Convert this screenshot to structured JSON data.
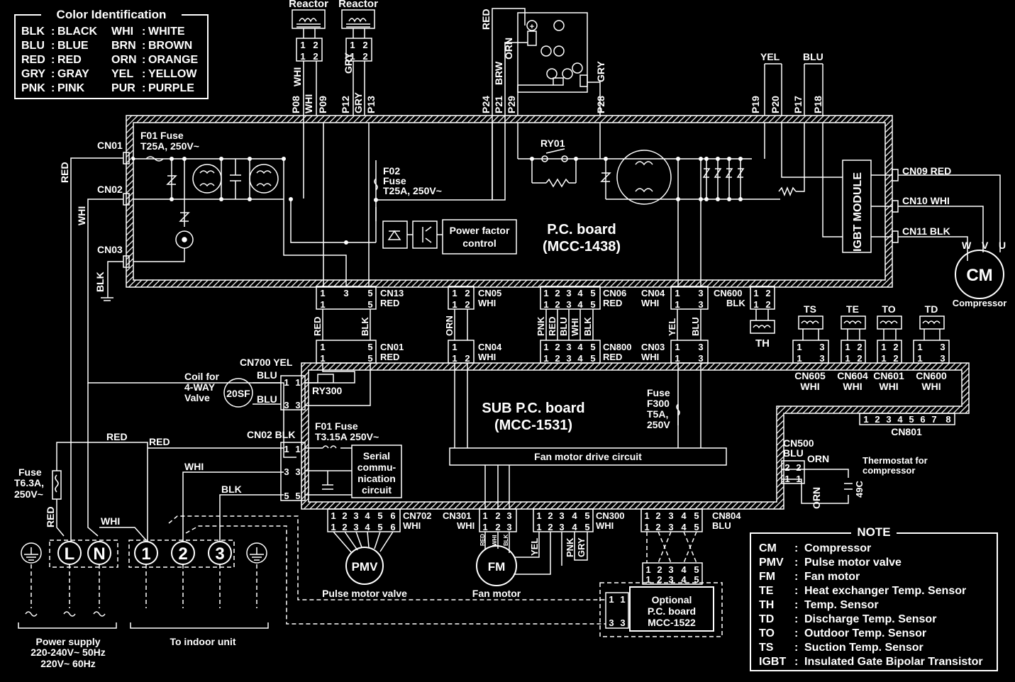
{
  "color_identification": {
    "title": "Color Identification",
    "left": [
      {
        "code": "BLK",
        "sep": ":",
        "name": "BLACK"
      },
      {
        "code": "BLU",
        "sep": ":",
        "name": "BLUE"
      },
      {
        "code": "RED",
        "sep": ":",
        "name": "RED"
      },
      {
        "code": "GRY",
        "sep": ":",
        "name": "GRAY"
      },
      {
        "code": "PNK",
        "sep": ":",
        "name": "PINK"
      }
    ],
    "right": [
      {
        "code": "WHI",
        "sep": ":",
        "name": "WHITE"
      },
      {
        "code": "BRN",
        "sep": ":",
        "name": "BROWN"
      },
      {
        "code": "ORN",
        "sep": ":",
        "name": "ORANGE"
      },
      {
        "code": "YEL",
        "sep": ":",
        "name": "YELLOW"
      },
      {
        "code": "PUR",
        "sep": ":",
        "name": "PURPLE"
      }
    ]
  },
  "reactors": [
    "Reactor",
    "Reactor"
  ],
  "main_board": {
    "name": "P.C. board",
    "model": "(MCC-1438)"
  },
  "sub_board": {
    "name": "SUB P.C. board",
    "model": "(MCC-1531)"
  },
  "optional_board": {
    "l1": "Optional",
    "l2": "P.C. board",
    "l3": "MCC-1522"
  },
  "pins_top": [
    "P08",
    "WHI",
    "P09",
    "P12",
    "GRY",
    "GRY",
    "P13",
    "P24",
    "P21",
    "BRW",
    "P29",
    "P28",
    "GRY",
    "P19",
    "P20",
    "P17",
    "P18"
  ],
  "wire_top": {
    "red": "RED",
    "orn": "ORN",
    "yel": "YEL",
    "blu": "BLU",
    "whi1": "WHI",
    "whi2": "WHI"
  },
  "fuses": {
    "f01": [
      "F01 Fuse",
      "T25A, 250V~"
    ],
    "f02": [
      "F02",
      "Fuse",
      "T25A, 250V~"
    ],
    "sub_f01": [
      "F01 Fuse",
      "T3.15A 250V~"
    ],
    "f300": [
      "Fuse",
      "F300",
      "T5A,",
      "250V"
    ],
    "ps": [
      "Fuse",
      "T6.3A,",
      "250V~"
    ]
  },
  "relays": {
    "ry01": "RY01",
    "ry300": "RY300"
  },
  "pfc": [
    "Power factor",
    "control"
  ],
  "igbt": "IGBT MODULE",
  "serial": [
    "Serial",
    "commu-",
    "nication",
    "circuit"
  ],
  "fan_drive": "Fan motor drive circuit",
  "left_connectors": {
    "cn01": "CN01",
    "cn02": "CN02",
    "cn03": "CN03",
    "red": "RED",
    "whi": "WHI",
    "blk": "BLK"
  },
  "right_connectors": [
    {
      "label": "CN09 RED"
    },
    {
      "label": "CN10 WHI"
    },
    {
      "label": "CN11 BLK"
    }
  ],
  "compressor": {
    "symbol": "CM",
    "label": "Compressor",
    "w": "W",
    "v": "V",
    "u": "U"
  },
  "connectors_upper": {
    "cn13": [
      "CN13",
      "RED"
    ],
    "cn05": [
      "CN05",
      "WHI"
    ],
    "cn06": [
      "CN06",
      "RED"
    ],
    "cn04": [
      "CN04",
      "WHI"
    ],
    "cn600": [
      "CN600",
      "BLK"
    ]
  },
  "connectors_lower": {
    "cn01": [
      "CN01",
      "RED"
    ],
    "cn04": [
      "CN04",
      "WHI"
    ],
    "cn800": [
      "CN800",
      "RED"
    ],
    "cn03": [
      "CN03",
      "WHI"
    ]
  },
  "mid_wires": [
    "RED",
    "BLK",
    "ORN",
    "PNK",
    "RED",
    "BLU",
    "WHI",
    "BLK",
    "YEL",
    "BLU"
  ],
  "sensors": [
    {
      "name": "TS",
      "cn": "CN605",
      "color": "WHI"
    },
    {
      "name": "TE",
      "cn": "CN604",
      "color": "WHI"
    },
    {
      "name": "TO",
      "cn": "CN601",
      "color": "WHI"
    },
    {
      "name": "TD",
      "cn": "CN600",
      "color": "WHI"
    }
  ],
  "th": "TH",
  "cn801": "CN801",
  "cn801_pins": [
    "1",
    "2",
    "3",
    "4",
    "5",
    "6",
    "7",
    "8"
  ],
  "four_way": {
    "cn": "CN700 YEL",
    "blu1": "BLU",
    "blu2": "BLU",
    "coil": [
      "Coil for",
      "4-WAY",
      "Valve"
    ],
    "symbol": "20SF"
  },
  "cn02_sub": "CN02 BLK",
  "cn500": [
    "CN500",
    "BLU"
  ],
  "thermostat": {
    "orn1": "ORN",
    "orn2": "ORN",
    "label": [
      "Thermostat for",
      "compressor"
    ],
    "symbol": "49C"
  },
  "bottom_connectors": {
    "cn702": [
      "CN702",
      "WHI"
    ],
    "cn301": [
      "CN301",
      "WHI"
    ],
    "cn300": [
      "CN300",
      "WHI"
    ],
    "cn804": [
      "CN804",
      "BLU"
    ]
  },
  "pmv": {
    "symbol": "PMV",
    "label": "Pulse motor valve"
  },
  "fm": {
    "symbol": "FM",
    "label": "Fan motor",
    "wires": [
      "RED",
      "WHI",
      "BLK"
    ],
    "w2": [
      "YEL",
      "PNK",
      "GRY"
    ]
  },
  "terminals": {
    "l": "L",
    "n": "N",
    "t1": "1",
    "t2": "2",
    "t3": "3"
  },
  "terminal_wires": {
    "red1": "RED",
    "red2": "RED",
    "whi1": "WHI",
    "whi2": "WHI",
    "blk": "BLK",
    "red3": "RED"
  },
  "power_supply": [
    "Power supply",
    "220-240V~ 50Hz",
    "220V~ 60Hz"
  ],
  "indoor": "To indoor unit",
  "note": {
    "title": "NOTE",
    "items": [
      {
        "abbr": "CM",
        "sep": ":",
        "desc": "Compressor"
      },
      {
        "abbr": "PMV",
        "sep": ":",
        "desc": "Pulse motor valve"
      },
      {
        "abbr": "FM",
        "sep": ":",
        "desc": "Fan motor"
      },
      {
        "abbr": "TE",
        "sep": ":",
        "desc": "Heat exchanger Temp. Sensor"
      },
      {
        "abbr": "TH",
        "sep": ":",
        "desc": "Temp. Sensor"
      },
      {
        "abbr": "TD",
        "sep": ":",
        "desc": "Discharge Temp. Sensor"
      },
      {
        "abbr": "TO",
        "sep": ":",
        "desc": "Outdoor Temp. Sensor"
      },
      {
        "abbr": "TS",
        "sep": ":",
        "desc": "Suction Temp. Sensor"
      },
      {
        "abbr": "IGBT",
        "sep": ":",
        "desc": "Insulated Gate Bipolar Transistor"
      }
    ]
  }
}
